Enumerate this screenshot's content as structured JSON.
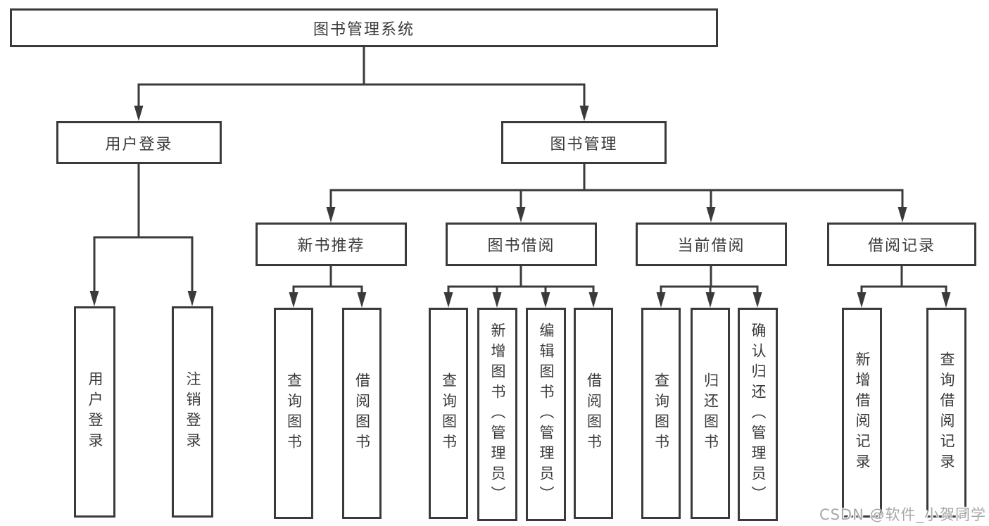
{
  "diagram": {
    "type": "hierarchy-chart",
    "colors": {
      "background": "#ffffff",
      "line": "#3a3a3a",
      "border": "#3a3a3a",
      "text": "#3a3a3a",
      "watermark": "#a8a8a8"
    },
    "hierarchy": {
      "root": "图书管理系统",
      "children": [
        {
          "label": "用户登录",
          "children": [
            "用户登录",
            "注销登录"
          ]
        },
        {
          "label": "图书管理",
          "children": [
            {
              "label": "新书推荐",
              "children": [
                "查询图书",
                "借阅图书"
              ]
            },
            {
              "label": "图书借阅",
              "children": [
                "查询图书",
                "新增图书（管理员）",
                "编辑图书（管理员）",
                "借阅图书"
              ]
            },
            {
              "label": "当前借阅",
              "children": [
                "查询图书",
                "归还图书",
                "确认归还（管理员）"
              ]
            },
            {
              "label": "借阅记录",
              "children": [
                "新增借阅记录",
                "查询借阅记录"
              ]
            }
          ]
        }
      ]
    }
  },
  "nodes": {
    "root": {
      "label": "图书管理系统"
    },
    "user_login": {
      "label": "用户登录"
    },
    "book_mgmt": {
      "label": "图书管理"
    },
    "ul_login": {
      "label": "用户登录"
    },
    "ul_logout": {
      "label": "注销登录"
    },
    "new_book_rec": {
      "label": "新书推荐"
    },
    "book_borrow": {
      "label": "图书借阅"
    },
    "current_borrow": {
      "label": "当前借阅"
    },
    "borrow_records": {
      "label": "借阅记录"
    },
    "nbr_query_book": {
      "label": "查询图书"
    },
    "nbr_borrow_book": {
      "label": "借阅图书"
    },
    "bb_query_book": {
      "label": "查询图书"
    },
    "bb_add_book": {
      "label": "新增图书（管理员）"
    },
    "bb_edit_book": {
      "label": "编辑图书（管理员）"
    },
    "bb_borrow_book": {
      "label": "借阅图书"
    },
    "cb_query_book": {
      "label": "查询图书"
    },
    "cb_return_book": {
      "label": "归还图书"
    },
    "cb_confirm_return": {
      "label": "确认归还（管理员）"
    },
    "br_add_record": {
      "label": "新增借阅记录"
    },
    "br_query_record": {
      "label": "查询借阅记录"
    }
  },
  "watermark": {
    "text": "CSDN @软件_小贺同学"
  }
}
